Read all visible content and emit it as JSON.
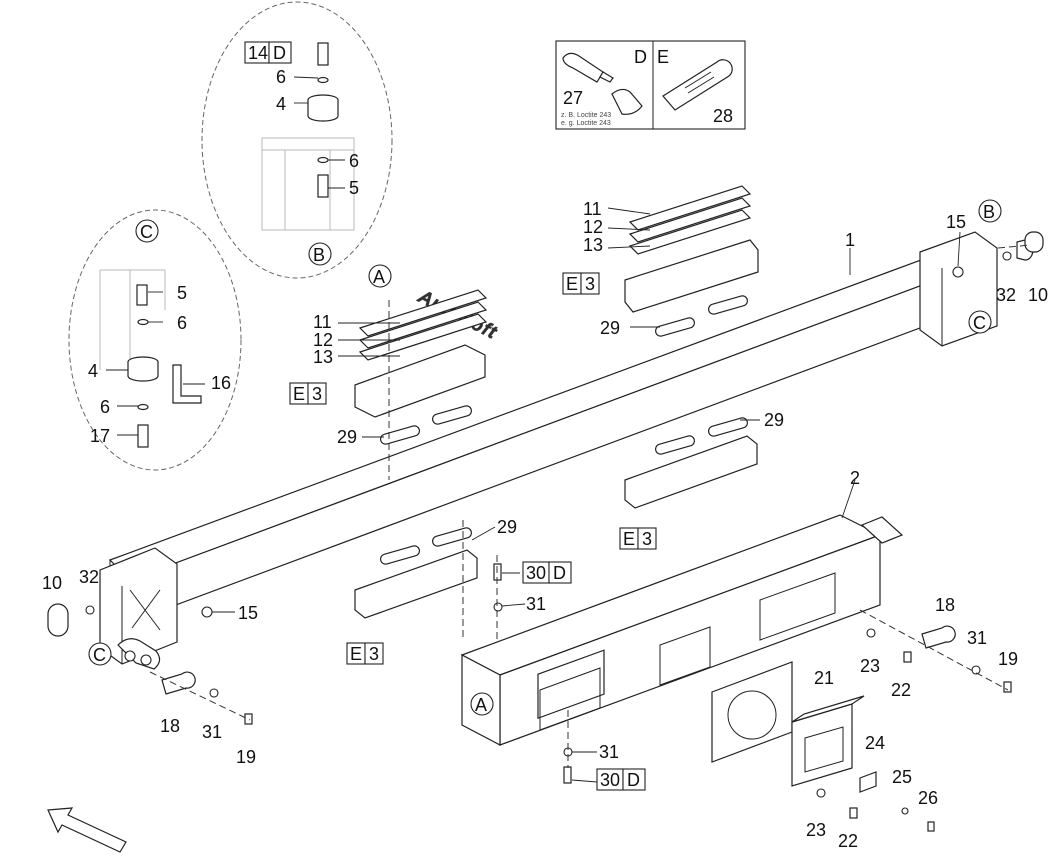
{
  "watermark": "AutoSoft",
  "detail_refs": {
    "a": "A",
    "b": "B",
    "c": "C",
    "d": "D",
    "e": "E"
  },
  "lubricant": {
    "d_label": "D",
    "e_label": "E",
    "glue_part": "27",
    "grease_part": "28",
    "note_line1": "z. B. Loctite 243",
    "note_line2": "e. g. Loctite 243"
  },
  "labels": {
    "p1": "1",
    "p2": "2",
    "p4a": "4",
    "p4c": "4",
    "p5b": "5",
    "p5c": "5",
    "p6a": "6",
    "p6b": "6",
    "p6c": "6",
    "p6d": "6",
    "p10a": "10",
    "p10b": "10",
    "p11a": "11",
    "p11b": "11",
    "p12a": "12",
    "p12b": "12",
    "p13a": "13",
    "p13b": "13",
    "p14": "14",
    "p15a": "15",
    "p15b": "15",
    "p16": "16",
    "p17": "17",
    "p18a": "18",
    "p18b": "18",
    "p19a": "19",
    "p19b": "19",
    "p21": "21",
    "p22a": "22",
    "p22b": "22",
    "p23a": "23",
    "p23b": "23",
    "p24": "24",
    "p25": "25",
    "p26": "26",
    "p29a": "29",
    "p29b": "29",
    "p29c": "29",
    "p29d": "29",
    "p30a": "30",
    "p30b": "30",
    "p31a": "31",
    "p31b": "31",
    "p31c": "31",
    "p31d": "31",
    "p32a": "32",
    "p32b": "32",
    "e3": "3"
  },
  "icons": [
    "direction-arrow-icon",
    "glue-bottle-icon",
    "grease-tube-icon"
  ]
}
